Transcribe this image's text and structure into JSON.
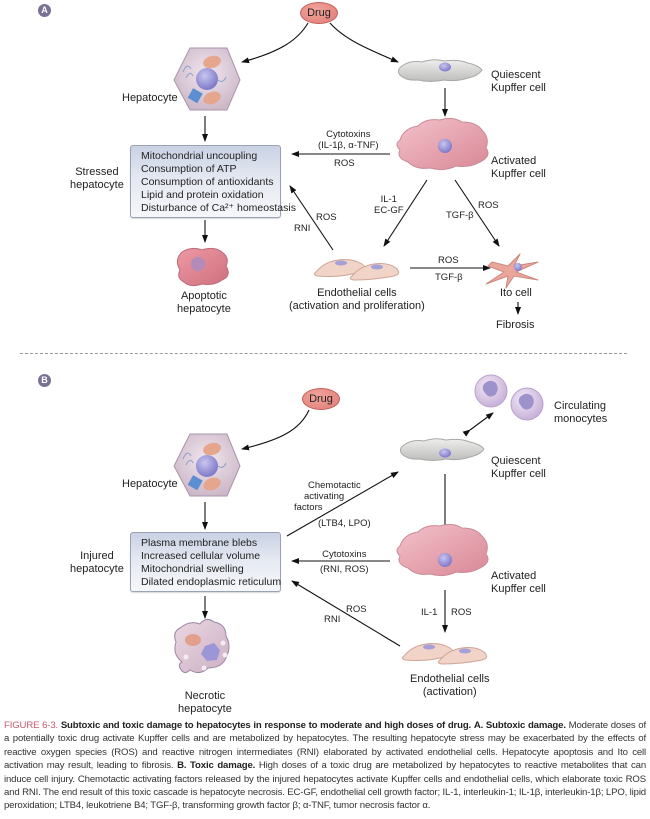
{
  "panels": {
    "a": {
      "badge": "A",
      "drug": "Drug",
      "hepatocyte": "Hepatocyte",
      "quiescent_kupffer": [
        "Quiescent",
        "Kupffer cell"
      ],
      "activated_kupffer": [
        "Activated",
        "Kupffer cell"
      ],
      "stressed_hepatocyte": [
        "Stressed",
        "hepatocyte"
      ],
      "box_items": [
        "Mitochondrial uncoupling",
        "Consumption of ATP",
        "Consumption of antioxidants",
        "Lipid and protein oxidation",
        "Disturbance of Ca²⁺ homeostasis"
      ],
      "cytotoxins": [
        "Cytotoxins",
        "(IL-1β, α-TNF)"
      ],
      "cytotoxins_ros": "ROS",
      "endo_to_box": {
        "ros": "ROS",
        "rni": "RNI"
      },
      "kupffer_to_endo": [
        "IL-1",
        "EC-GF"
      ],
      "kupffer_to_ito": {
        "ros": "ROS",
        "tgf": "TGF-β"
      },
      "endo_to_ito": {
        "ros": "ROS",
        "tgf": "TGF-β"
      },
      "apoptotic": [
        "Apoptotic",
        "hepatocyte"
      ],
      "endothelial": [
        "Endothelial cells",
        "(activation and proliferation)"
      ],
      "ito": "Ito cell",
      "fibrosis": "Fibrosis"
    },
    "b": {
      "badge": "B",
      "drug": "Drug",
      "hepatocyte": "Hepatocyte",
      "monocytes": [
        "Circulating",
        "monocytes"
      ],
      "quiescent_kupffer": [
        "Quiescent",
        "Kupffer cell"
      ],
      "chemotactic": [
        "Chemotactic",
        "activating",
        "factors"
      ],
      "chemotactic_sub": "(LTB4, LPO)",
      "injured_hepatocyte": [
        "Injured",
        "hepatocyte"
      ],
      "box_items": [
        "Plasma membrane blebs",
        "Increased cellular volume",
        "Mitochondrial swelling",
        "Dilated endoplasmic reticulum"
      ],
      "cytotoxins": [
        "Cytotoxins",
        "(RNI, ROS)"
      ],
      "activated_kupffer": [
        "Activated",
        "Kupffer cell"
      ],
      "endo_to_box": {
        "ros": "ROS",
        "rni": "RNI"
      },
      "kupffer_to_endo": {
        "il1": "IL-1",
        "ros": "ROS"
      },
      "necrotic": [
        "Necrotic",
        "hepatocyte"
      ],
      "endothelial": [
        "Endothelial cells",
        "(activation)"
      ]
    }
  },
  "caption": {
    "figure": "FIGURE 6-3.",
    "title": "Subtoxic and toxic damage to hepatocytes in response to moderate and high doses of drug.",
    "a_head": "A. Subtoxic damage.",
    "a_text": "Moderate doses of a potentially toxic drug activate Kupffer cells and are metabolized by hepatocytes. The resulting hepatocyte stress may be exacerbated by the effects of reactive oxygen species (ROS) and reactive nitrogen intermediates (RNI) elaborated by activated endothelial cells. Hepatocyte apoptosis and Ito cell activation may result, leading to fibrosis.",
    "b_head": "B. Toxic damage.",
    "b_text": "High doses of a toxic drug are metabolized by hepatocytes to reactive metabolites that can induce cell injury. Chemotactic activating factors released by the injured hepatocytes activate Kupffer cells and endothelial cells, which elaborate toxic ROS and RNI. The end result of this toxic cascade is hepatocyte necrosis. EC-GF, endothelial cell growth factor; IL-1, interleukin-1; IL-1β, interleukin-1β; LPO, lipid peroxidation; LTB4, leukotriene B4; TGF-β, transforming growth factor β; α-TNF, tumor necrosis factor α."
  },
  "colors": {
    "badge": "#7a7295",
    "caption_figure": "#c85a6e",
    "kupffer_activated": "#e39aa6",
    "kupffer_quiescent": "#d4d4d2",
    "hepatocyte": "#dccbd8",
    "endothelial": "#f0cfc4",
    "ito": "#eaa69a"
  }
}
